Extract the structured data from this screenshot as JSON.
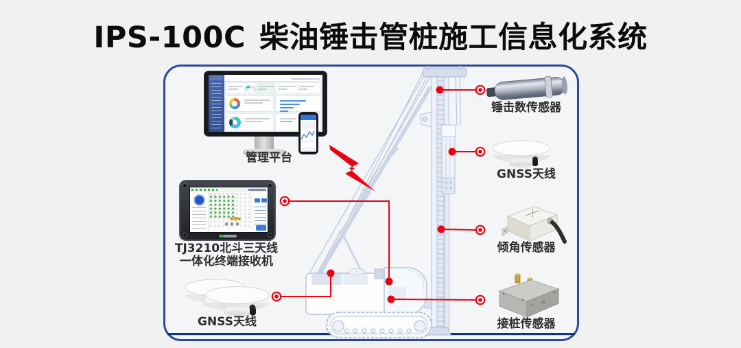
{
  "title": {
    "model": "IPS-100C",
    "name": "柴油锤击管桩施工信息化系统"
  },
  "management_platform": {
    "label": "管理平台"
  },
  "terminal_receiver": {
    "label_line1": "TJ3210北斗三天线",
    "label_line2": "一体化终端接收机"
  },
  "gnss_antenna_left": {
    "label": "GNSS天线"
  },
  "sensors": [
    {
      "id": "hammer-count-sensor",
      "label": "锤击数传感器"
    },
    {
      "id": "gnss-antenna",
      "label": "GNSS天线"
    },
    {
      "id": "tilt-sensor",
      "label": "倾角传感器"
    },
    {
      "id": "pile-joint-sensor",
      "label": "接桩传感器"
    }
  ],
  "colors": {
    "accent_red": "#e60012",
    "frame_border_blue": "#2b47a0",
    "ground_line_blue": "#14337a",
    "machine_blue_gray": "#bcc8de",
    "background": "#f1f1f2"
  }
}
